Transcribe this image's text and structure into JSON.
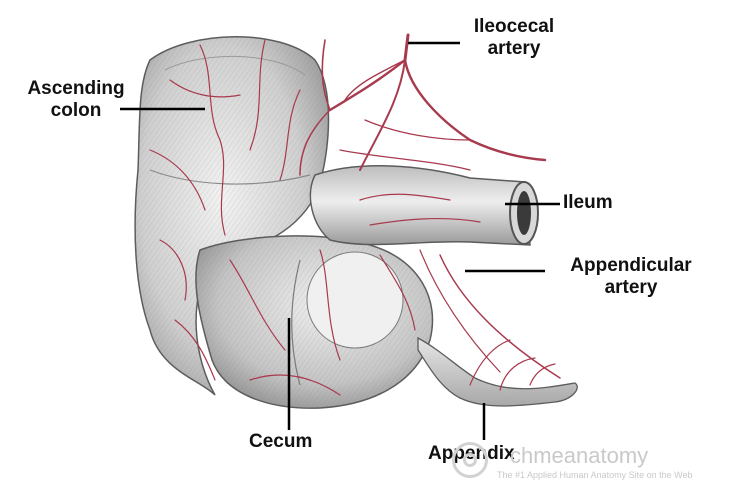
{
  "labels": {
    "ileocecal_artery": [
      "Ileocecal",
      "artery"
    ],
    "ascending_colon": [
      "Ascending",
      "colon"
    ],
    "ileum": "Ileum",
    "appendicular_artery": [
      "Appendicular",
      "artery"
    ],
    "cecum": "Cecum",
    "appendix": "Appendix"
  },
  "watermark": {
    "brand": "chmeanatomy",
    "tagline": "The #1 Applied Human Anatomy Site on the Web"
  },
  "colors": {
    "vessel": "#a83a4e",
    "tissue_light": "#ececec",
    "tissue_mid": "#c8c8c8",
    "tissue_dark": "#8f8f8f",
    "leader_line": "#000000"
  }
}
